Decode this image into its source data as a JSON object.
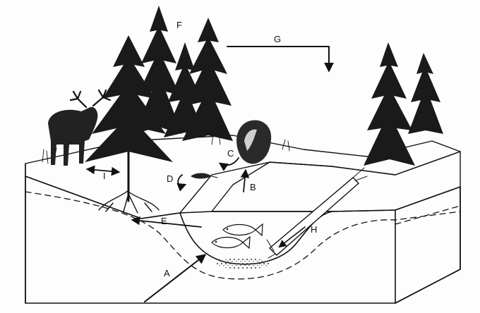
{
  "diagram": {
    "labels": {
      "A": "A",
      "B": "B",
      "C": "C",
      "D": "D",
      "E": "E",
      "F": "F",
      "G": "G",
      "H": "H",
      "I": "I"
    }
  }
}
